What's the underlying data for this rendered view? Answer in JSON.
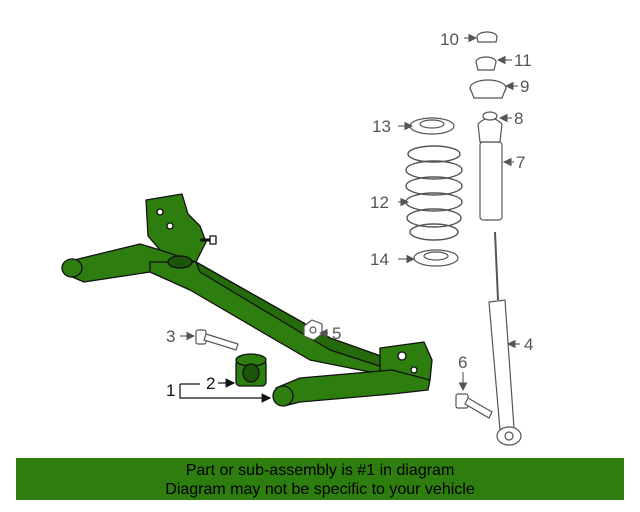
{
  "diagram": {
    "callouts": {
      "c1": "1",
      "c2": "2",
      "c3": "3",
      "c4": "4",
      "c5": "5",
      "c6": "6",
      "c7": "7",
      "c8": "8",
      "c9": "9",
      "c10": "10",
      "c11": "11",
      "c12": "12",
      "c13": "13",
      "c14": "14"
    },
    "colors": {
      "highlight": "#2e7d0f",
      "line": "#555555",
      "part_fill": "#ffffff"
    }
  },
  "banner": {
    "line1": "Part or sub-assembly is #1 in diagram",
    "line2": "Diagram may not be specific to your vehicle"
  }
}
